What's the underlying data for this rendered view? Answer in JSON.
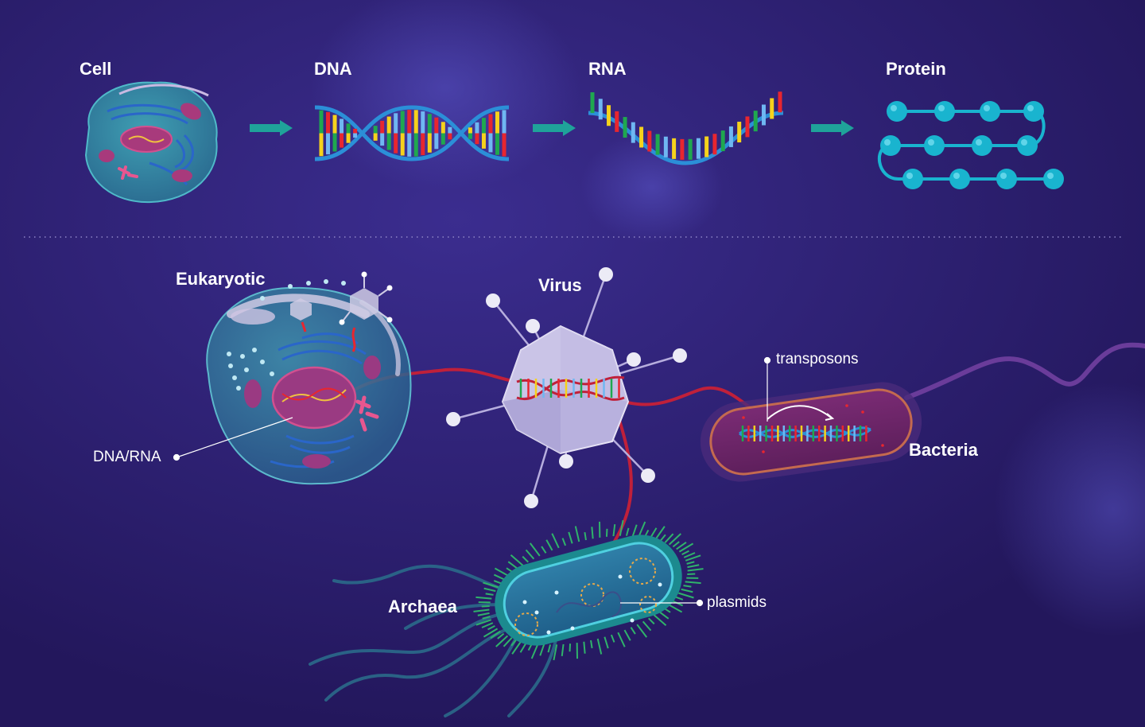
{
  "top_row": {
    "cell": "Cell",
    "dna": "DNA",
    "rna": "RNA",
    "protein": "Protein"
  },
  "bottom": {
    "eukaryotic": "Eukaryotic",
    "virus": "Virus",
    "bacteria": "Bacteria",
    "archaea": "Archaea",
    "callouts": {
      "dna_rna": "DNA/RNA",
      "transposons": "transposons",
      "plasmids": "plasmids"
    }
  },
  "colors": {
    "background": "#2a1c68",
    "helix_blue": "#2b8fd8",
    "arrow_teal": "#1fa39a",
    "protein_bead": "#19b4cf",
    "linker_red": "#c0203a",
    "base_colors": [
      "#1fa84f",
      "#e8262f",
      "#f6d21c",
      "#6fb7f2"
    ]
  }
}
